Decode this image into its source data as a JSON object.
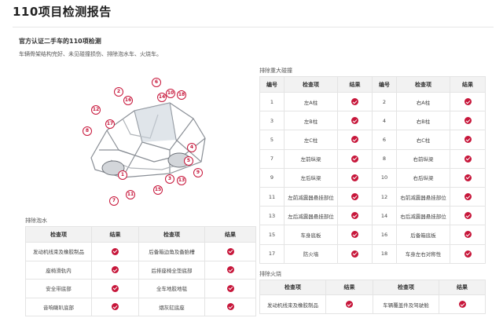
{
  "page": {
    "title": "110项目检测报告",
    "subtitle": "官方认证二手车的110项检测",
    "description": "车辆骨架结构完好、未见碰撞损伤、排除泡水车、火烧车。"
  },
  "diagram": {
    "markers": [
      "12",
      "2",
      "6",
      "14",
      "10",
      "18",
      "8",
      "17",
      "16",
      "1",
      "3",
      "5",
      "9",
      "13",
      "15",
      "11",
      "7",
      "4"
    ]
  },
  "frame_section": {
    "label": "排除重大碰撞",
    "headers": [
      "编号",
      "检查项",
      "结果",
      "编号",
      "检查项",
      "结果"
    ],
    "rows": [
      {
        "n1": "1",
        "item1": "左A柱",
        "n2": "2",
        "item2": "右A柱"
      },
      {
        "n1": "3",
        "item1": "左B柱",
        "n2": "4",
        "item2": "右B柱"
      },
      {
        "n1": "5",
        "item1": "左C柱",
        "n2": "6",
        "item2": "右C柱"
      },
      {
        "n1": "7",
        "item1": "左前纵梁",
        "n2": "8",
        "item2": "右前纵梁"
      },
      {
        "n1": "9",
        "item1": "左后纵梁",
        "n2": "10",
        "item2": "右后纵梁"
      },
      {
        "n1": "11",
        "item1": "左前减震器悬挂部位",
        "n2": "12",
        "item2": "右前减震器悬挂部位"
      },
      {
        "n1": "13",
        "item1": "左后减震器悬挂部位",
        "n2": "14",
        "item2": "右后减震器悬挂部位"
      },
      {
        "n1": "15",
        "item1": "车身底板",
        "n2": "16",
        "item2": "后备箱底板"
      },
      {
        "n1": "17",
        "item1": "防火墙",
        "n2": "18",
        "item2": "车身左右对称性"
      }
    ]
  },
  "water_section": {
    "label": "排除泡水",
    "headers": [
      "检查项",
      "结果",
      "检查项",
      "结果"
    ],
    "rows": [
      {
        "item1": "发动机线束及橡胶制品",
        "item2": "后备箱边角及备胎槽"
      },
      {
        "item1": "座椅滑轨内",
        "item2": "后排座椅全垫底部"
      },
      {
        "item1": "安全带底部",
        "item2": "全车地胶地毯"
      },
      {
        "item1": "音响喇叭底部",
        "item2": "烟灰缸底座"
      }
    ]
  },
  "fire_section": {
    "label": "排除火烧",
    "headers": [
      "检查项",
      "结果",
      "检查项",
      "结果"
    ],
    "rows": [
      {
        "item1": "发动机线束及橡胶制品",
        "item2": "车辆覆盖件及驾驶舱"
      }
    ]
  },
  "colors": {
    "accent": "#c7163a",
    "header_bg": "#f2f2f2",
    "border": "#e4e4e4"
  },
  "icons": {
    "result": "check-circle-icon"
  }
}
